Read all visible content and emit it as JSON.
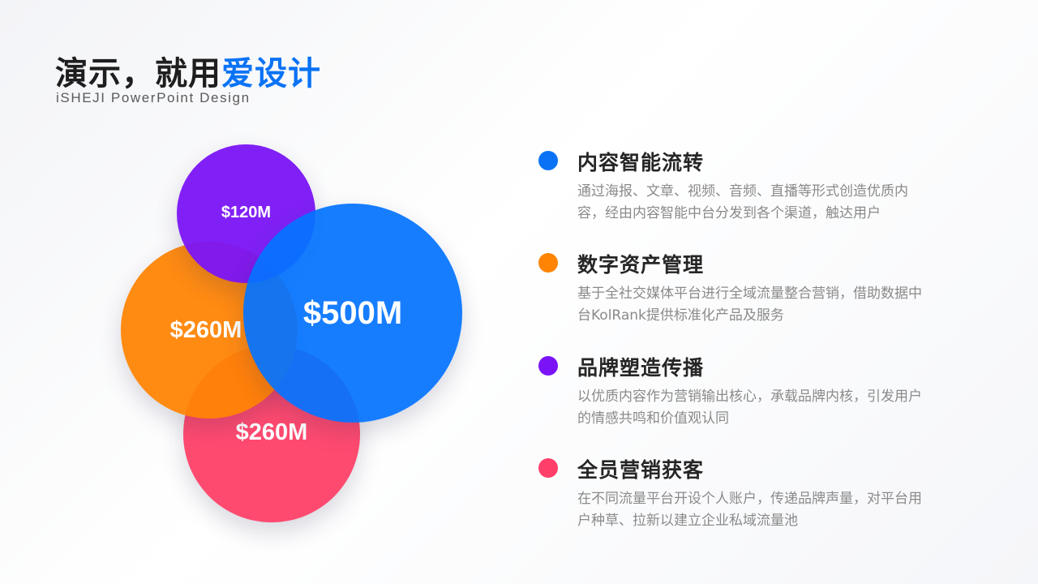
{
  "header": {
    "title_main": "演示，就用",
    "title_accent": "爱设计",
    "subtitle": "iSHEJI PowerPoint Design"
  },
  "circles": [
    {
      "label": "$260M",
      "color": "#ff4a70"
    },
    {
      "label": "$260M",
      "color": "#ff8404"
    },
    {
      "label": "$120M",
      "color": "#7a14f6"
    },
    {
      "label": "$500M",
      "color": "#0473ff"
    }
  ],
  "items": [
    {
      "title": "内容智能流转",
      "desc": "通过海报、文章、视频、音频、直播等形式创造优质内容，经由内容智能中台分发到各个渠道，触达用户",
      "color": "#0a73f5"
    },
    {
      "title": "数字资产管理",
      "desc": "基于全社交媒体平台进行全域流量整合营销，借助数据中台KolRank提供标准化产品及服务",
      "color": "#ff8404"
    },
    {
      "title": "品牌塑造传播",
      "desc": "以优质内容作为营销输出核心，承载品牌内核，引发用户的情感共鸣和价值观认同",
      "color": "#7a14f6"
    },
    {
      "title": "全员营销获客",
      "desc": "在不同流量平台开设个人账户，传递品牌声量，对平台用户种草、拉新以建立企业私域流量池",
      "color": "#ff3f6a"
    }
  ]
}
